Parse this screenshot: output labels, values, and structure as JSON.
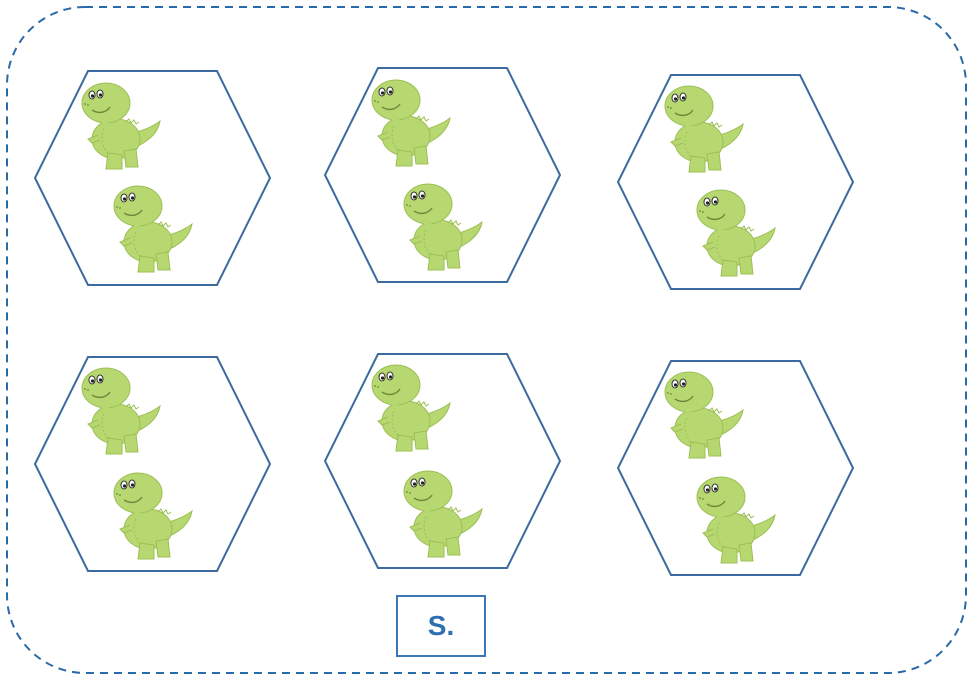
{
  "worksheet": {
    "label": "S.",
    "outline_color": "#2b6aa8",
    "hexagon_color": "#3d6a9e",
    "dinosaur_color": "#b7d870",
    "groups": [
      {
        "icon": "dinosaur-icon",
        "count": 2
      },
      {
        "icon": "dinosaur-icon",
        "count": 2
      },
      {
        "icon": "dinosaur-icon",
        "count": 2
      },
      {
        "icon": "dinosaur-icon",
        "count": 2
      },
      {
        "icon": "dinosaur-icon",
        "count": 2
      },
      {
        "icon": "dinosaur-icon",
        "count": 2
      }
    ]
  }
}
